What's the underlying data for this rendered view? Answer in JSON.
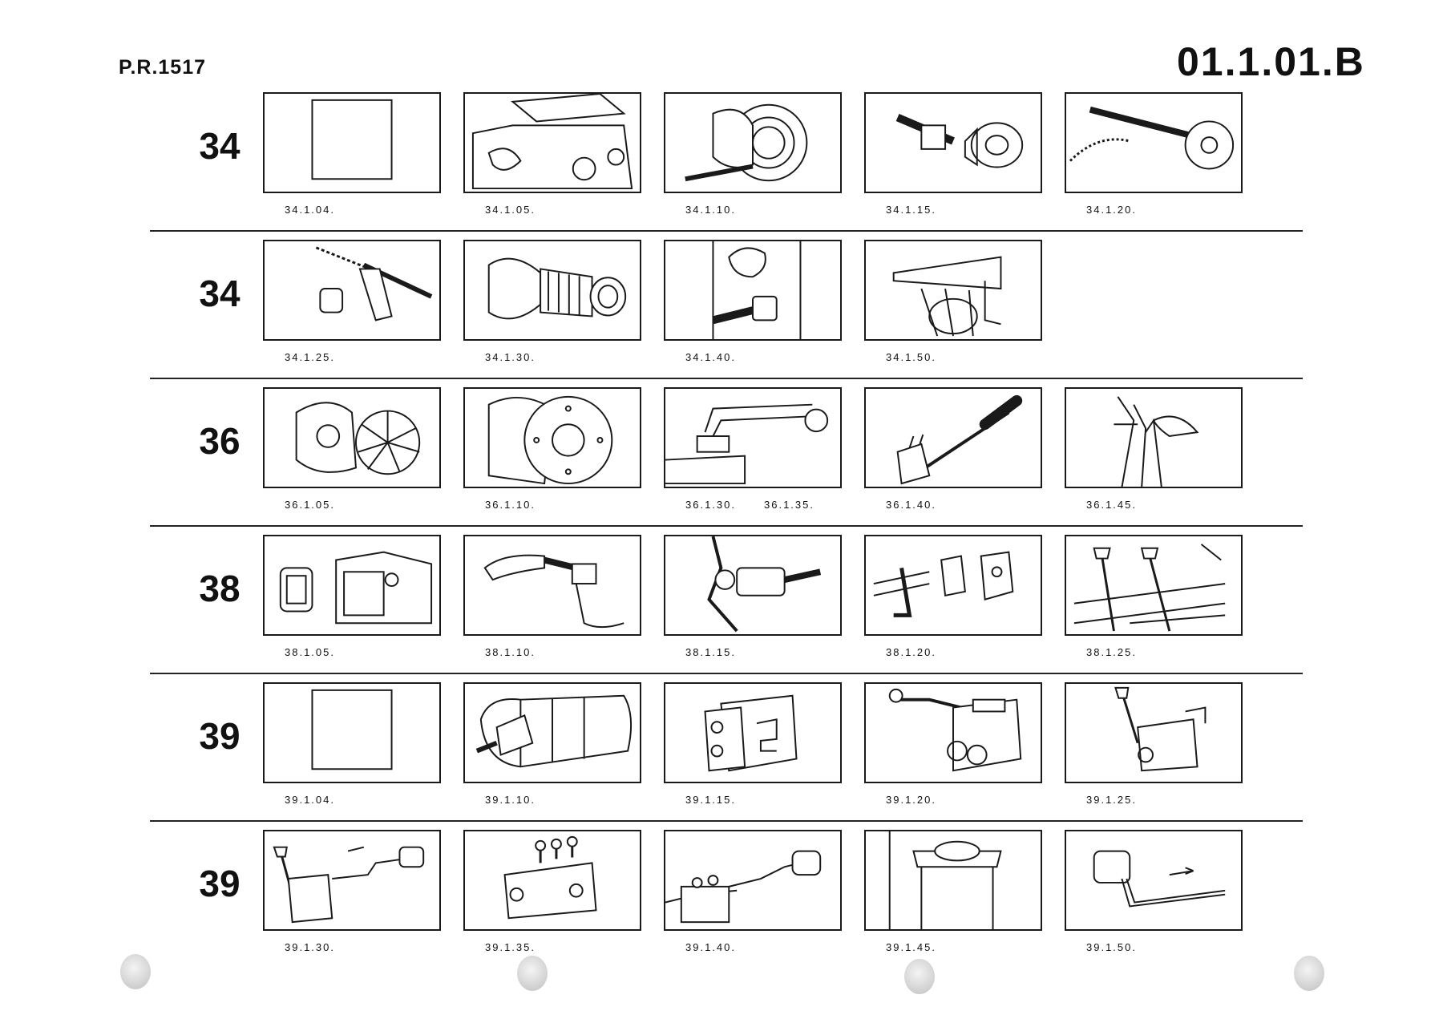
{
  "header": {
    "page_ref": "P.R.1517",
    "page_code": "01.1.01.B"
  },
  "rows": [
    {
      "section": "34",
      "items": [
        {
          "code": "34.1.04.",
          "icon": "blank-frame-icon"
        },
        {
          "code": "34.1.05.",
          "icon": "housing-cover-icon"
        },
        {
          "code": "34.1.10.",
          "icon": "bevel-gear-icon"
        },
        {
          "code": "34.1.15.",
          "icon": "pinion-sleeve-icon"
        },
        {
          "code": "34.1.20.",
          "icon": "shaft-flange-icon"
        }
      ]
    },
    {
      "section": "34",
      "items": [
        {
          "code": "34.1.25.",
          "icon": "lever-spring-icon"
        },
        {
          "code": "34.1.30.",
          "icon": "bellows-icon"
        },
        {
          "code": "34.1.40.",
          "icon": "bracket-shaft-icon"
        },
        {
          "code": "34.1.50.",
          "icon": "guard-plate-icon"
        }
      ]
    },
    {
      "section": "36",
      "items": [
        {
          "code": "36.1.05.",
          "icon": "brake-disc-icon"
        },
        {
          "code": "36.1.10.",
          "icon": "clutch-plate-icon"
        },
        {
          "code": "36.1.30.",
          "code2": "36.1.35.",
          "icon": "control-linkage-icon"
        },
        {
          "code": "36.1.40.",
          "icon": "hand-lever-icon"
        },
        {
          "code": "36.1.45.",
          "icon": "pedals-icon"
        }
      ]
    },
    {
      "section": "38",
      "items": [
        {
          "code": "38.1.05.",
          "icon": "gearbox-cover-icon"
        },
        {
          "code": "38.1.10.",
          "icon": "lift-arm-icon"
        },
        {
          "code": "38.1.15.",
          "icon": "hydraulic-cylinder-icon"
        },
        {
          "code": "38.1.20.",
          "icon": "linkage-parts-icon"
        },
        {
          "code": "38.1.25.",
          "icon": "control-levers-icon"
        }
      ]
    },
    {
      "section": "39",
      "items": [
        {
          "code": "39.1.04.",
          "icon": "blank-frame-icon"
        },
        {
          "code": "39.1.10.",
          "icon": "pump-icon"
        },
        {
          "code": "39.1.15.",
          "icon": "valve-body-icon"
        },
        {
          "code": "39.1.20.",
          "icon": "control-valve-icon"
        },
        {
          "code": "39.1.25.",
          "icon": "valve-lever-icon"
        }
      ]
    },
    {
      "section": "39",
      "items": [
        {
          "code": "39.1.30.",
          "icon": "valve-hose-icon"
        },
        {
          "code": "39.1.35.",
          "icon": "distributor-icon"
        },
        {
          "code": "39.1.40.",
          "icon": "valve-line-icon"
        },
        {
          "code": "39.1.45.",
          "icon": "filter-icon"
        },
        {
          "code": "39.1.50.",
          "icon": "tank-pipe-icon"
        }
      ]
    }
  ]
}
